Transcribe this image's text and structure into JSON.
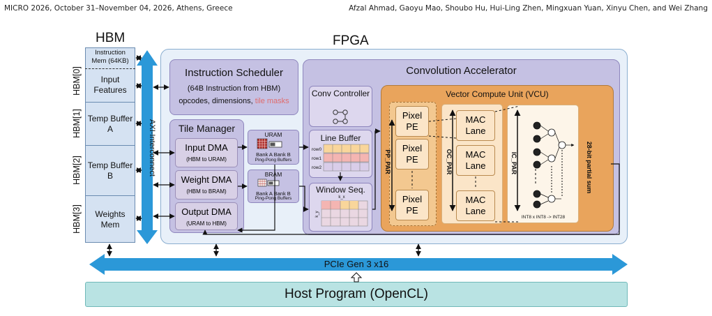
{
  "header": {
    "left": "MICRO 2026, October 31–November 04, 2026, Athens, Greece",
    "right": "Afzal Ahmad, Gaoyu Mao, Shoubo Hu, Hui-Ling Zhen, Mingxuan Yuan, Xinyu Chen, and Wei Zhang"
  },
  "hbm": {
    "title": "HBM",
    "instruction_mem": [
      "Instruction",
      "Mem (64KB)"
    ],
    "cells": [
      {
        "side": "HBM[0]",
        "label": "Input Features"
      },
      {
        "side": "HBM[1]",
        "label": "Temp Buffer A"
      },
      {
        "side": "HBM[2]",
        "label": "Temp Buffer B"
      },
      {
        "side": "HBM[3]",
        "label": "Weights Mem"
      }
    ]
  },
  "axi_label": "AXI-Interconnect",
  "fpga_title": "FPGA",
  "scheduler": {
    "title": "Instruction Scheduler",
    "sub": "(64B Instruction from HBM)",
    "line_plain": "opcodes, dimensions,",
    "line_accent": "tile masks"
  },
  "tile_manager": {
    "title": "Tile Manager",
    "dmas": [
      {
        "name": "Input DMA",
        "sub": "(HBM to URAM)"
      },
      {
        "name": "Weight DMA",
        "sub": "(HBM to BRAM)"
      },
      {
        "name": "Output DMA",
        "sub": "(URAM to HBM)"
      }
    ]
  },
  "uram": {
    "title": "URAM",
    "bank_a": "Bank A",
    "bank_b": "Bank B",
    "sub": "Ping-Pong Buffers"
  },
  "bram": {
    "title": "BRAM",
    "bank_a": "Bank A",
    "bank_b": "Bank B",
    "sub": "Ping-Pong Buffers"
  },
  "conv": {
    "title": "Convolution Accelerator",
    "controller": "Conv Controller",
    "line_buffer": "Line Buffer",
    "rows": [
      "row0",
      "row1",
      "row2"
    ],
    "window": "Window Seq.",
    "window_x": "k_x",
    "window_y": "k_y"
  },
  "vcu": {
    "title": "Vector Compute Unit (VCU)",
    "pp_par": "PP_PAR",
    "oc_par": "OC_PAR",
    "ic_par": "IC_PAR",
    "pes": [
      "Pixel PE",
      "Pixel PE",
      "Pixel PE"
    ],
    "macs": [
      "MAC Lane",
      "MAC Lane",
      "MAC Lane"
    ],
    "int_note": "INT8 x INT8 -> INT28",
    "partial_sum": "28-bit partial sum"
  },
  "pcie": "PCIe Gen 3 x16",
  "host": "Host Program (OpenCL)",
  "colors": {
    "hbm_bg": "#d5e2f2",
    "fpga_bg": "#e8f0f9",
    "module_bg": "#c5c1e3",
    "dma_bg": "#d8d0e6",
    "vcu_bg": "#e9a45c",
    "pe_bg": "#fbe5c8",
    "arrow_blue": "#2b98d8",
    "host_bg": "#b9e3e3",
    "accent": "#e06c6c"
  }
}
